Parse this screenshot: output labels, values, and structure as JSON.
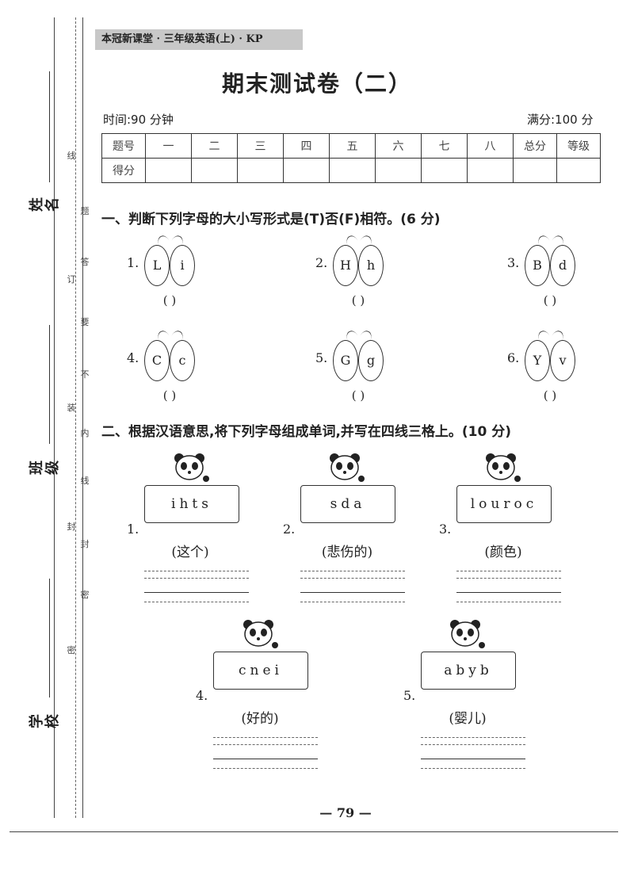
{
  "header_tag": "本冠新课堂 · 三年级英语(上) · KP",
  "title": "期末测试卷（二）",
  "time_label": "时间:90 分钟",
  "full_score_label": "满分:100 分",
  "score_table": {
    "row1": [
      "题号",
      "一",
      "二",
      "三",
      "四",
      "五",
      "六",
      "七",
      "八",
      "总分",
      "等级"
    ],
    "row2_label": "得分"
  },
  "side_fields": {
    "name": "姓名",
    "class": "班级",
    "school": "学校"
  },
  "binding_chars": [
    "线",
    "题",
    "订",
    "答",
    "要",
    "不",
    "装",
    "内",
    "线",
    "封",
    "封",
    "密",
    "密"
  ],
  "section1": {
    "heading": "一、判断下列字母的大小写形式是(T)否(F)相符。(6 分)",
    "items": [
      {
        "num": "1.",
        "left": "L",
        "right": "i",
        "answer": "(      )"
      },
      {
        "num": "2.",
        "left": "H",
        "right": "h",
        "answer": "(      )"
      },
      {
        "num": "3.",
        "left": "B",
        "right": "d",
        "answer": "(      )"
      },
      {
        "num": "4.",
        "left": "C",
        "right": "c",
        "answer": "(      )"
      },
      {
        "num": "5.",
        "left": "G",
        "right": "g",
        "answer": "(      )"
      },
      {
        "num": "6.",
        "left": "Y",
        "right": "v",
        "answer": "(      )"
      }
    ]
  },
  "section2": {
    "heading": "二、根据汉语意思,将下列字母组成单词,并写在四线三格上。(10 分)",
    "items": [
      {
        "num": "1.",
        "letters": "ihts",
        "meaning": "(这个)"
      },
      {
        "num": "2.",
        "letters": "sda",
        "meaning": "(悲伤的)"
      },
      {
        "num": "3.",
        "letters": "louroc",
        "meaning": "(颜色)"
      },
      {
        "num": "4.",
        "letters": "cnei",
        "meaning": "(好的)"
      },
      {
        "num": "5.",
        "letters": "abyb",
        "meaning": "(婴儿)"
      }
    ]
  },
  "page_number": "— 79 —"
}
